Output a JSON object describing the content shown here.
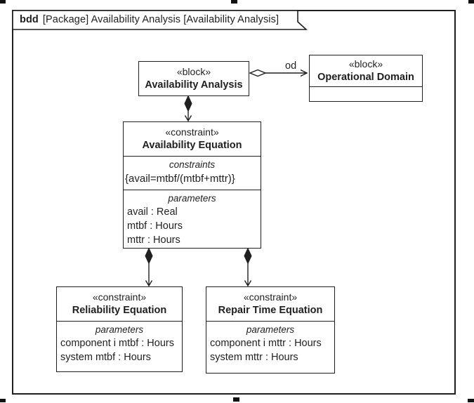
{
  "diagram": {
    "frame": {
      "keyword": "bdd",
      "title": "[Package] Availability Analysis [Availability Analysis]"
    },
    "connectors": {
      "od_role_label": "od"
    },
    "blocks": {
      "availability_analysis": {
        "stereotype": "«block»",
        "name": "Availability Analysis"
      },
      "operational_domain": {
        "stereotype": "«block»",
        "name": "Operational Domain"
      },
      "availability_equation": {
        "stereotype": "«constraint»",
        "name": "Availability Equation",
        "constraints_label": "constraints",
        "constraint_expression": "{avail=mtbf/(mtbf+mttr)}",
        "parameters_label": "parameters",
        "parameters": [
          "avail : Real",
          "mtbf : Hours",
          "mttr : Hours"
        ]
      },
      "reliability_equation": {
        "stereotype": "«constraint»",
        "name": "Reliability Equation",
        "parameters_label": "parameters",
        "parameters": [
          "component i mtbf : Hours",
          "system mtbf : Hours"
        ]
      },
      "repair_time_equation": {
        "stereotype": "«constraint»",
        "name": "Repair Time Equation",
        "parameters_label": "parameters",
        "parameters": [
          "component i mttr : Hours",
          "system mttr : Hours"
        ]
      }
    }
  }
}
